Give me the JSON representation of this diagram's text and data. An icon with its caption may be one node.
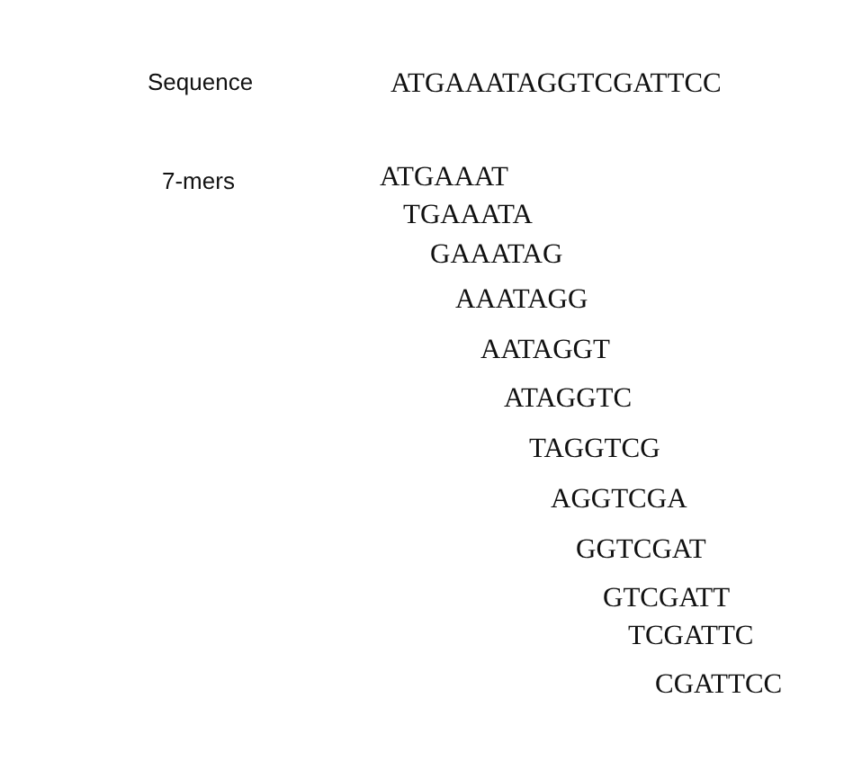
{
  "diagram": {
    "labels": [
      "Sequence",
      "ATGAAATAGGTCGATTCC",
      "7-mers",
      "ATGAAAT",
      "TGAAATA",
      "GAAATAG",
      "AAATAGG",
      "AATAGGT",
      "ATAGGTC",
      "TAGGTCG",
      "AGGTCGA",
      "GGTCGAT",
      "GTCGATT",
      "TCGATTC",
      "CGATTCC"
    ]
  }
}
